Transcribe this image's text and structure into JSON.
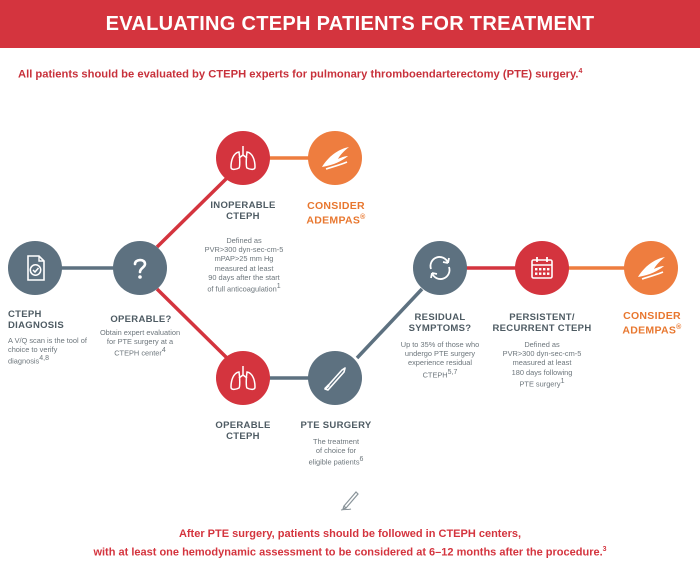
{
  "header": {
    "title": "EVALUATING CTEPH PATIENTS FOR TREATMENT"
  },
  "intro": {
    "text": "All patients should be evaluated by CTEPH experts for pulmonary thromboendarterectomy (PTE) surgery.",
    "ref": "4"
  },
  "nodes": {
    "diagnosis": {
      "icon": "document-check-icon",
      "title": [
        "CTEPH",
        "DIAGNOSIS"
      ],
      "desc": "A V/Q scan is the tool of choice to verify diagnosis",
      "ref": "4,8"
    },
    "operable": {
      "icon": "question-mark-icon",
      "title": "OPERABLE?",
      "desc": "Obtain expert evaluation for PTE surgery at a CTEPH center",
      "ref": "4"
    },
    "inoperable": {
      "icon": "lungs-icon",
      "title": [
        "INOPERABLE",
        "CTEPH"
      ],
      "desc_lines": [
        "Defined as",
        "PVR>300 dyn-sec-cm-5",
        "mPAP>25 mm Hg",
        "measured at least",
        "90 days after the start",
        "of full anticoagulation"
      ],
      "ref": "1"
    },
    "consider_top": {
      "icon": "adempas-wing-icon",
      "title": [
        "CONSIDER",
        "ADEMPAS"
      ],
      "mark": "®"
    },
    "operable_cteph": {
      "icon": "lungs-icon",
      "title": [
        "OPERABLE",
        "CTEPH"
      ]
    },
    "pte_surgery": {
      "icon": "scalpel-icon",
      "title": "PTE SURGERY",
      "desc_lines": [
        "The treatment",
        "of choice for",
        "eligible patients"
      ],
      "ref": "6"
    },
    "residual": {
      "icon": "cycle-arrows-icon",
      "title": [
        "RESIDUAL",
        "SYMPTOMS?"
      ],
      "desc": "Up to 35% of those who undergo PTE surgery experience residual CTEPH",
      "ref": "5,7"
    },
    "persistent": {
      "icon": "calendar-icon",
      "title": [
        "PERSISTENT/",
        "RECURRENT CTEPH"
      ],
      "desc_lines": [
        "Defined as",
        "PVR>300 dyn-sec-cm-5",
        "measured at least",
        "180 days following",
        "PTE surgery"
      ],
      "ref": "1"
    },
    "consider_right": {
      "icon": "adempas-wing-icon",
      "title": [
        "CONSIDER",
        "ADEMPAS"
      ],
      "mark": "®"
    }
  },
  "footer": {
    "line1": "After PTE surgery, patients should be followed in CTEPH centers,",
    "line2": "with at least one hemodynamic assessment to be considered at 6–12 months after the procedure.",
    "ref": "3"
  },
  "colors": {
    "red": "#d4343e",
    "slate": "#5d7180",
    "orange": "#ee7d3f"
  }
}
